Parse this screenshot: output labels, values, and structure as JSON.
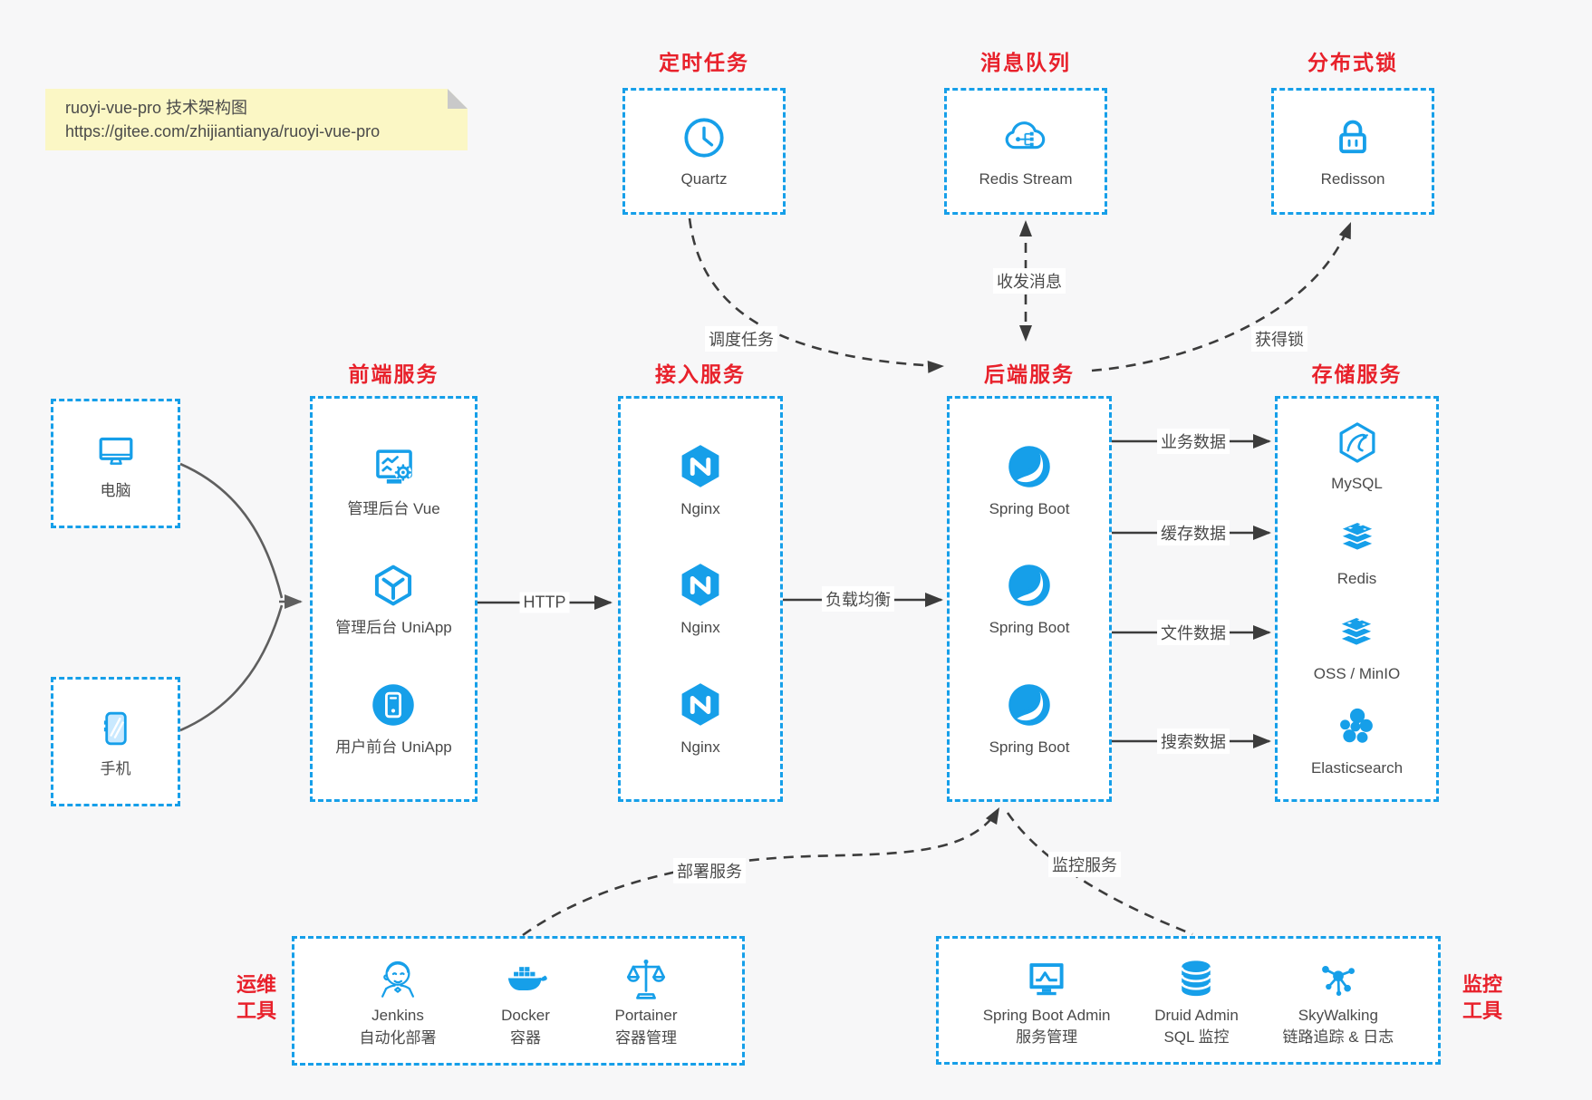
{
  "note": {
    "line1": "ruoyi-vue-pro 技术架构图",
    "line2": "https://gitee.com/zhijiantianya/ruoyi-vue-pro"
  },
  "clients": {
    "computer": "电脑",
    "phone": "手机"
  },
  "groups": {
    "scheduler": {
      "title": "定时任务",
      "item": "Quartz"
    },
    "mq": {
      "title": "消息队列",
      "item": "Redis Stream"
    },
    "lock": {
      "title": "分布式锁",
      "item": "Redisson"
    },
    "frontend": {
      "title": "前端服务",
      "items": [
        "管理后台 Vue",
        "管理后台 UniApp",
        "用户前台 UniApp"
      ]
    },
    "gateway": {
      "title": "接入服务",
      "items": [
        "Nginx",
        "Nginx",
        "Nginx"
      ]
    },
    "backend": {
      "title": "后端服务",
      "items": [
        "Spring Boot",
        "Spring Boot",
        "Spring Boot"
      ]
    },
    "storage": {
      "title": "存储服务",
      "items": [
        "MySQL",
        "Redis",
        "OSS / MinIO",
        "Elasticsearch"
      ]
    },
    "ops": {
      "title_line1": "运维",
      "title_line2": "工具",
      "items": [
        {
          "name": "Jenkins",
          "desc": "自动化部署"
        },
        {
          "name": "Docker",
          "desc": "容器"
        },
        {
          "name": "Portainer",
          "desc": "容器管理"
        }
      ]
    },
    "monitoring": {
      "title_line1": "监控",
      "title_line2": "工具",
      "items": [
        {
          "name": "Spring Boot Admin",
          "desc": "服务管理"
        },
        {
          "name": "Druid Admin",
          "desc": "SQL 监控"
        },
        {
          "name": "SkyWalking",
          "desc": "链路追踪 & 日志"
        }
      ]
    }
  },
  "edges": {
    "http": "HTTP",
    "load_balance": "负载均衡",
    "schedule_job": "调度任务",
    "send_receive_msg": "收发消息",
    "acquire_lock": "获得锁",
    "business_data": "业务数据",
    "cache_data": "缓存数据",
    "file_data": "文件数据",
    "search_data": "搜索数据",
    "deploy_service": "部署服务",
    "monitor_service": "监控服务"
  },
  "icons": {
    "scheduler": "clock-icon",
    "mq": "cloud-network-icon",
    "lock": "padlock-icon",
    "computer": "desktop-icon",
    "phone": "smartphone-icon",
    "frontend": [
      "admin-vue-icon",
      "uniapp-cube-icon",
      "user-app-icon"
    ],
    "gateway": "nginx-icon",
    "backend": "spring-boot-icon",
    "storage": [
      "mysql-icon",
      "redis-icon",
      "oss-minio-icon",
      "elasticsearch-icon"
    ],
    "ops": [
      "jenkins-icon",
      "docker-icon",
      "portainer-icon"
    ],
    "monitoring": [
      "spring-boot-admin-icon",
      "druid-icon",
      "skywalking-icon"
    ]
  },
  "colors": {
    "accent": "#169fe9",
    "title_red": "#e8212b",
    "line": "#3c3c3c",
    "note_bg": "#fbf7c5"
  }
}
